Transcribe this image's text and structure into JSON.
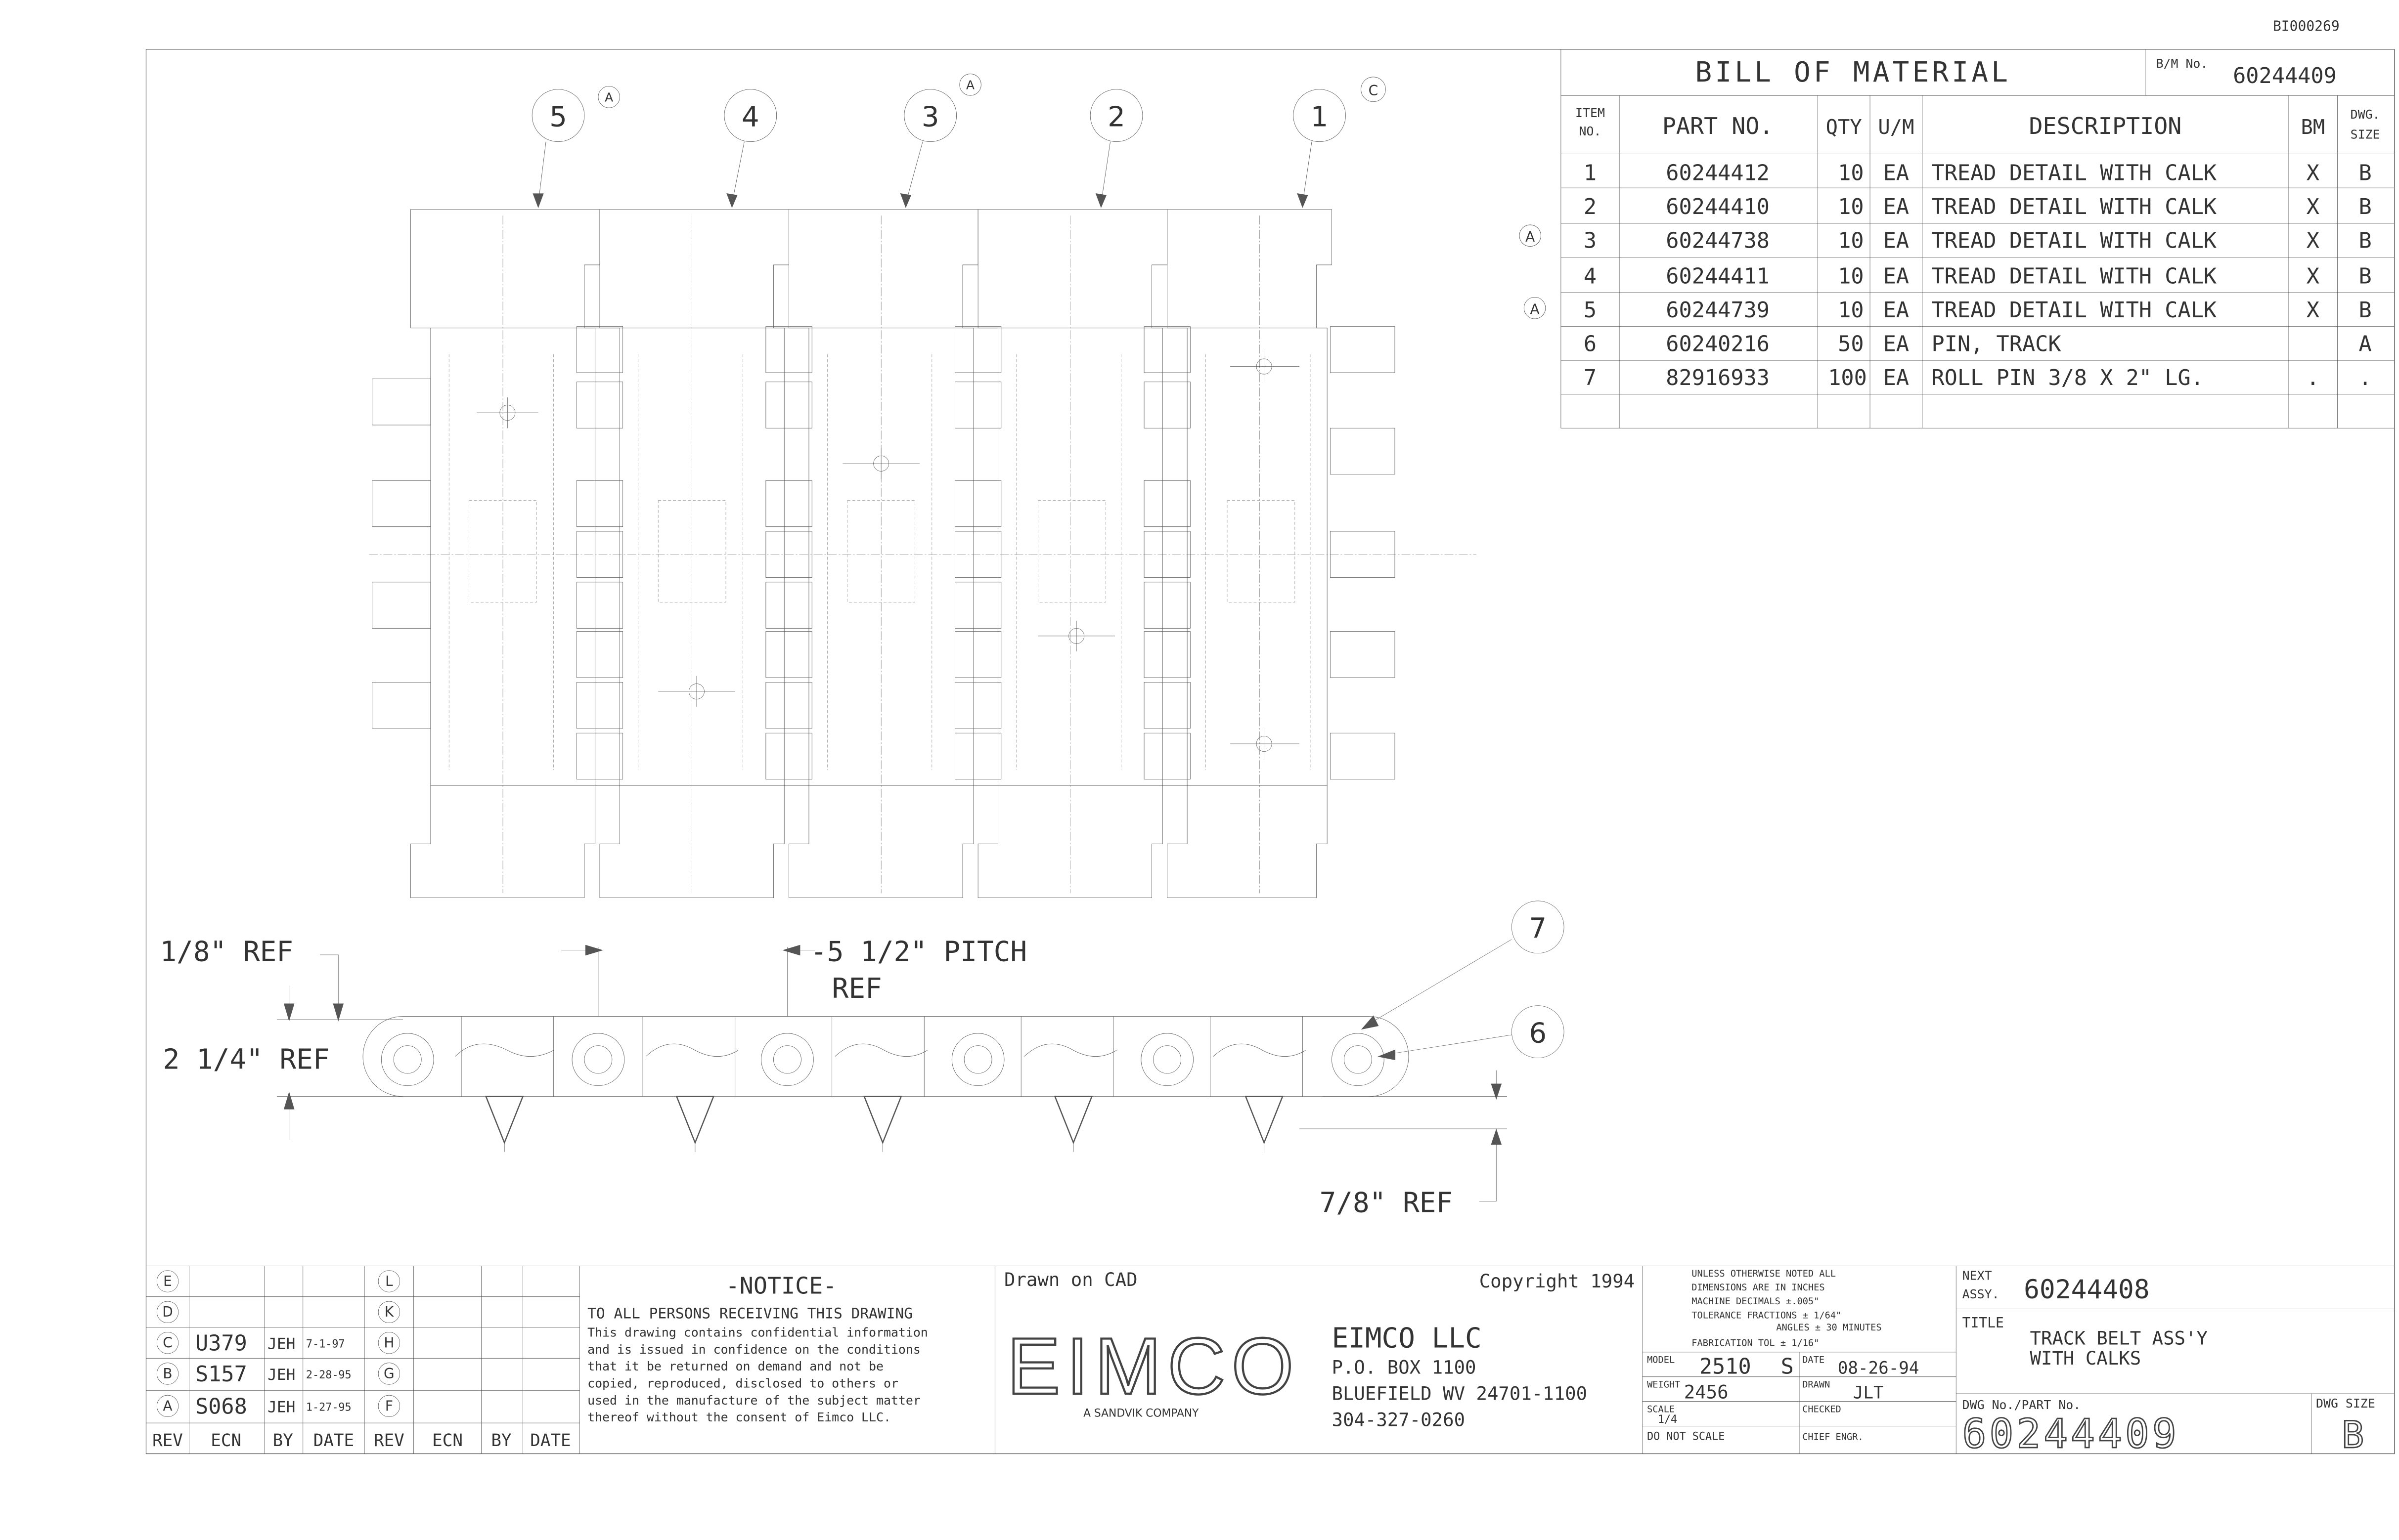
{
  "doc_id": "BI000269",
  "bom": {
    "title": "BILL OF MATERIAL",
    "bm_no_label": "B/M No.",
    "bm_no": "60244409",
    "headers": {
      "item_no_1": "ITEM",
      "item_no_2": "NO.",
      "part_no": "PART NO.",
      "qty": "QTY",
      "um": "U/M",
      "description": "DESCRIPTION",
      "bm": "BM",
      "dwg_size_1": "DWG.",
      "dwg_size_2": "SIZE"
    },
    "rows": [
      {
        "rev": "",
        "item": "1",
        "part": "60244412",
        "qty": "10",
        "um": "EA",
        "desc": "TREAD DETAIL WITH CALK",
        "bm": "X",
        "size": "B"
      },
      {
        "rev": "",
        "item": "2",
        "part": "60244410",
        "qty": "10",
        "um": "EA",
        "desc": "TREAD DETAIL WITH CALK",
        "bm": "X",
        "size": "B"
      },
      {
        "rev": "A",
        "item": "3",
        "part": "60244738",
        "qty": "10",
        "um": "EA",
        "desc": "TREAD DETAIL WITH CALK",
        "bm": "X",
        "size": "B"
      },
      {
        "rev": "",
        "item": "4",
        "part": "60244411",
        "qty": "10",
        "um": "EA",
        "desc": "TREAD DETAIL WITH CALK",
        "bm": "X",
        "size": "B"
      },
      {
        "rev": "A",
        "item": "5",
        "part": "60244739",
        "qty": "10",
        "um": "EA",
        "desc": "TREAD DETAIL WITH CALK",
        "bm": "X",
        "size": "B"
      },
      {
        "rev": "",
        "item": "6",
        "part": "60240216",
        "qty": "50",
        "um": "EA",
        "desc": "PIN, TRACK",
        "bm": "",
        "size": "A"
      },
      {
        "rev": "",
        "item": "7",
        "part": "82916933",
        "qty": "100",
        "um": "EA",
        "desc": "ROLL PIN 3/8 X 2\" LG.",
        "bm": ".",
        "size": "."
      }
    ]
  },
  "balloons": {
    "b5": "5",
    "b5_rev": "A",
    "b4": "4",
    "b3": "3",
    "b3_rev": "A",
    "b2": "2",
    "b1": "1",
    "b1_rev": "C",
    "b7": "7",
    "b6": "6"
  },
  "dims": {
    "ref_1_8": "1/8\" REF",
    "pitch_1": "-5 1/2\" PITCH",
    "pitch_2": "REF",
    "height": "2 1/4\" REF",
    "calk": "7/8\" REF"
  },
  "revisions": {
    "letters_left": [
      "E",
      "D",
      "C",
      "B",
      "A"
    ],
    "letters_right": [
      "L",
      "K",
      "H",
      "G",
      "F"
    ],
    "entries": {
      "C": {
        "ecn": "U379",
        "by": "JEH",
        "date": "7-1-97"
      },
      "B": {
        "ecn": "S157",
        "by": "JEH",
        "date": "2-28-95"
      },
      "A": {
        "ecn": "S068",
        "by": "JEH",
        "date": "1-27-95"
      }
    },
    "headers": {
      "rev": "REV",
      "ecn": "ECN",
      "by": "BY",
      "date": "DATE"
    }
  },
  "notice": {
    "title": "-NOTICE-",
    "lines": [
      "TO ALL PERSONS RECEIVING THIS DRAWING",
      "This drawing contains confidential information",
      "and is issued in confidence on the conditions",
      "that it be returned on demand and not be",
      "copied, reproduced, disclosed to others or",
      "used in the manufacture of the subject matter",
      "thereof without the consent of Eimco LLC."
    ]
  },
  "company": {
    "drawn_on": "Drawn on CAD",
    "copyright": "Copyright 1994",
    "logo": "EIMCO",
    "tagline": "A SANDVIK COMPANY",
    "name": "EIMCO LLC",
    "box": "P.O. BOX 1100",
    "city": "BLUEFIELD WV 24701-1100",
    "phone": "304-327-0260"
  },
  "tolerances": {
    "lines": [
      "UNLESS OTHERWISE NOTED ALL",
      "DIMENSIONS ARE IN INCHES",
      "MACHINE  DECIMALS ±.005\"",
      "TOLERANCE FRACTIONS ± 1/64\"",
      "ANGLES ± 30 MINUTES",
      "FABRICATION TOL ± 1/16\""
    ],
    "model_label": "MODEL",
    "model": "2510",
    "s_label": "S",
    "date_label": "DATE",
    "date": "08-26-94",
    "weight_label": "WEIGHT",
    "weight": "2456",
    "drawn_label": "DRAWN",
    "drawn": "JLT",
    "scale_label": "SCALE",
    "scale": "1/4",
    "checked_label": "CHECKED",
    "dns": "DO NOT SCALE",
    "chief_label": "CHIEF ENGR."
  },
  "title_block": {
    "next_label_1": "NEXT",
    "next_label_2": "ASSY.",
    "next": "60244408",
    "title_label": "TITLE",
    "title_1": "TRACK BELT ASS'Y",
    "title_2": "WITH CALKS",
    "dwg_label": "DWG No./PART No.",
    "dwg_no": "60244409",
    "size_label": "DWG SIZE",
    "size": "B"
  }
}
